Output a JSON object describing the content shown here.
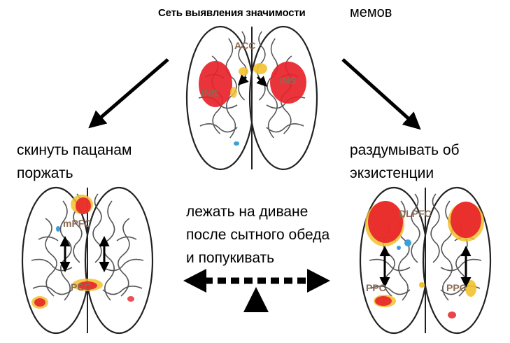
{
  "title": {
    "bold": "Сеть выявления значимости",
    "suffix": "мемов"
  },
  "captions": {
    "left": [
      "скинуть пацанам",
      "поржать"
    ],
    "right": [
      "раздумывать об",
      "экзистенции"
    ],
    "middle": [
      "лежать на диване",
      "после сытного обеда",
      "и попукивать"
    ]
  },
  "brain_labels": {
    "top_acc": "ACC",
    "top_ins_left": "INS",
    "top_ins_right": "INS",
    "left_mpfc": "mPFC",
    "left_pcc": "PCC",
    "right_dlpfc": "DLPFC",
    "right_ppc_left": "PPC",
    "right_ppc_right": "PPC"
  },
  "colors": {
    "activation_red": "#e8232a",
    "activation_yellow": "#f2c12e",
    "activation_blue": "#3aa0d8",
    "outline": "#333333",
    "arrow": "#000000"
  }
}
